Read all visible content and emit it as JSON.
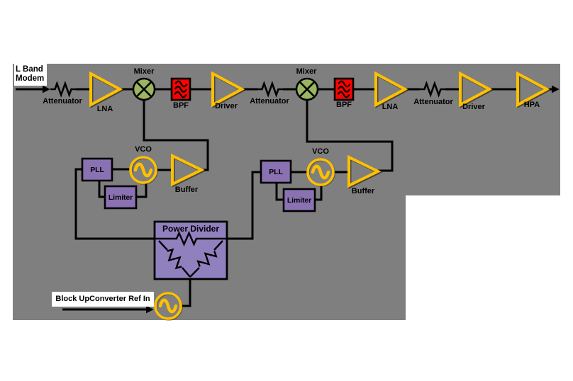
{
  "colors": {
    "page": "#ffffff",
    "background": "#7f7f7f",
    "wire": "#000000",
    "amp_stroke": "#ffc000",
    "osc_stroke": "#ffc000",
    "mixer_fill": "#9ab55f",
    "bpf_fill": "#fe0000",
    "module_fill": "#8a72b2",
    "divider_fill": "#9180be",
    "io_label_bg": "#ffffff",
    "label_text": "#000000"
  },
  "io": {
    "input_label_line1": "L Band",
    "input_label_line2": "Modem",
    "ref_input_label": "Block UpConverter Ref In"
  },
  "signal_chain": {
    "attenuator1": "Attenuator",
    "lna1": "LNA",
    "mixer1": "Mixer",
    "bpf1": "BPF",
    "driver1": "Driver",
    "attenuator2": "Attenuator",
    "mixer2": "Mixer",
    "bpf2": "BPF",
    "lna2": "LNA",
    "attenuator3": "Attenuator",
    "driver2": "Driver",
    "hpa": "HPA"
  },
  "lo_chain_1": {
    "pll": "PLL",
    "limiter": "Limiter",
    "vco": "VCO",
    "buffer": "Buffer"
  },
  "lo_chain_2": {
    "pll": "PLL",
    "limiter": "Limiter",
    "vco": "VCO",
    "buffer": "Buffer"
  },
  "reference": {
    "power_divider": "Power Divider"
  }
}
